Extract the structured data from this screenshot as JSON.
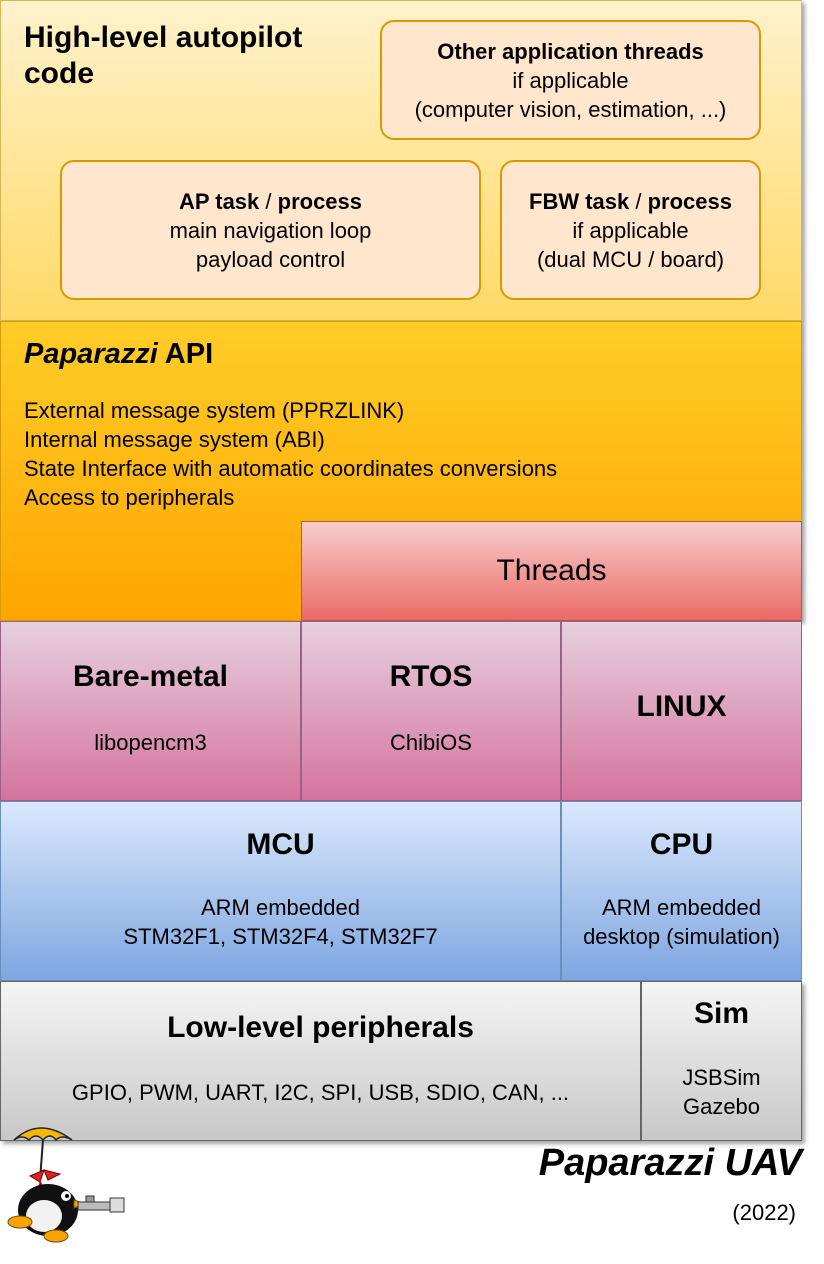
{
  "high_level": {
    "title": "High-level autopilot code",
    "other_threads": {
      "title": "Other application threads",
      "line1": "if applicable",
      "line2": "(computer vision, estimation, ...)"
    },
    "ap_task": {
      "title_bold1": "AP task",
      "title_sep": " / ",
      "title_bold2": "process",
      "line1": "main navigation loop",
      "line2": "payload control"
    },
    "fbw_task": {
      "title_bold1": "FBW task",
      "title_sep": " / ",
      "title_bold2": "process",
      "line1": "if applicable",
      "line2": "(dual MCU / board)"
    }
  },
  "api": {
    "title_italic": "Paparazzi",
    "title_rest": " API",
    "items": [
      "External message system (PPRZLINK)",
      "Internal message system (ABI)",
      "State Interface with automatic coordinates conversions",
      "Access to peripherals"
    ]
  },
  "threads": {
    "label": "Threads"
  },
  "os_layer": {
    "baremetal": {
      "title": "Bare-metal",
      "sub": "libopencm3"
    },
    "rtos": {
      "title": "RTOS",
      "sub": "ChibiOS"
    },
    "linux": {
      "title": "LINUX"
    }
  },
  "hw_layer": {
    "mcu": {
      "title": "MCU",
      "line1": "ARM embedded",
      "line2": "STM32F1, STM32F4, STM32F7"
    },
    "cpu": {
      "title": "CPU",
      "line1": "ARM embedded",
      "line2": "desktop (simulation)"
    }
  },
  "low_layer": {
    "peripherals": {
      "title": "Low-level peripherals",
      "sub": "GPIO, PWM, UART, I2C, SPI, USB, SDIO, CAN, ..."
    },
    "sim": {
      "title": "Sim",
      "line1": "JSBSim",
      "line2": "Gazebo"
    }
  },
  "footer": {
    "brand": "Paparazzi UAV",
    "year": "(2022)"
  },
  "colors": {
    "high_level": "#ffd966",
    "api": "#ffa500",
    "threads": "#ea6b66",
    "os_layer": "#d5739d",
    "hw_layer": "#7ea6e0",
    "low_layer": "#c8c8c8"
  }
}
